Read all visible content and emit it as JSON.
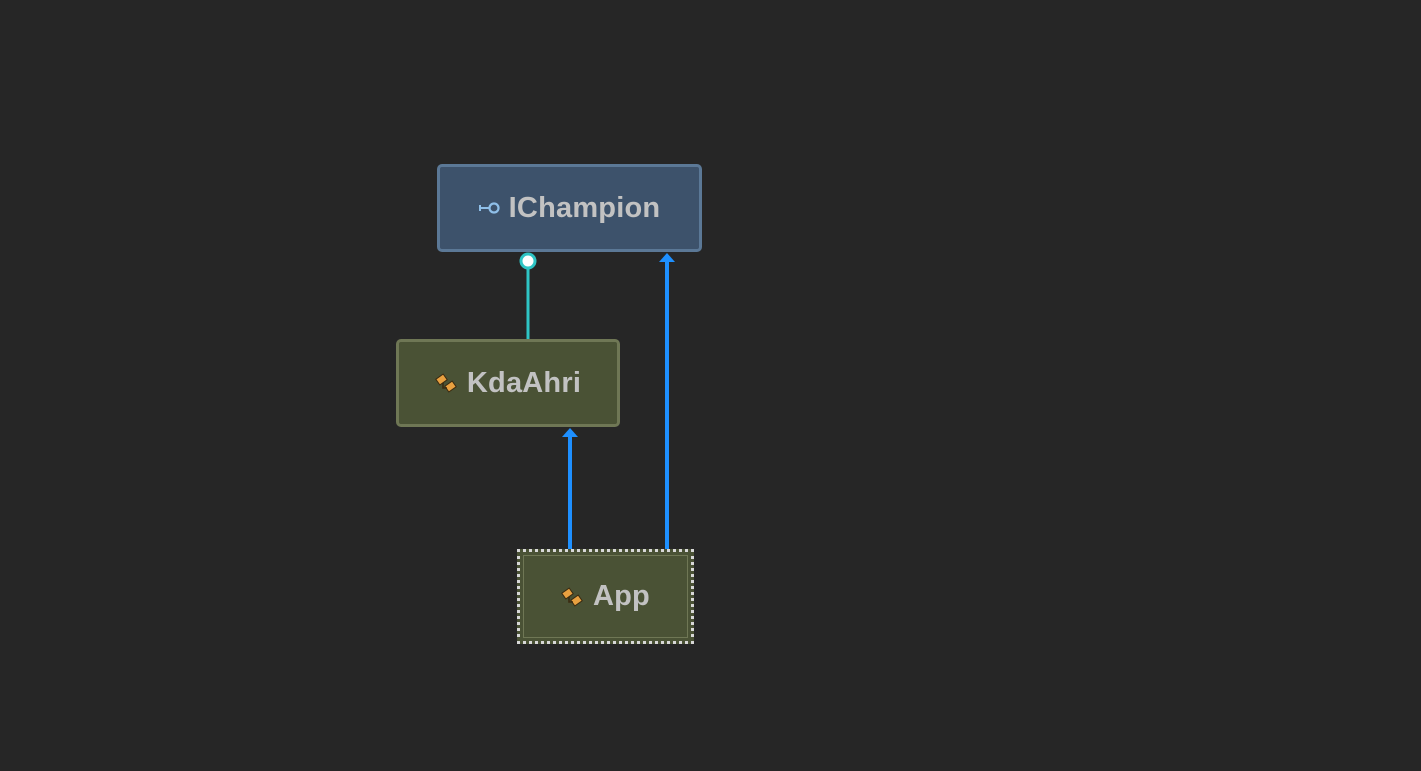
{
  "diagram": {
    "nodes": {
      "ichampion": {
        "label": "IChampion",
        "kind": "interface",
        "icon": "interface-icon"
      },
      "kdaahri": {
        "label": "KdaAhri",
        "kind": "class",
        "icon": "class-icon"
      },
      "app": {
        "label": "App",
        "kind": "class",
        "icon": "class-icon",
        "selected": true
      }
    },
    "edges": [
      {
        "from": "kdaahri",
        "to": "ichampion",
        "type": "implements",
        "color": "#2ec4c4"
      },
      {
        "from": "app",
        "to": "kdaahri",
        "type": "dependency",
        "color": "#1e90ff"
      },
      {
        "from": "app",
        "to": "ichampion",
        "type": "dependency",
        "color": "#1e90ff"
      }
    ]
  },
  "colors": {
    "background": "#262626",
    "interface_fill": "#3d526b",
    "class_fill": "#4a5235",
    "label_text": "#c2c2c2",
    "dependency_arrow": "#1e90ff",
    "implements_line": "#2ec4c4"
  }
}
